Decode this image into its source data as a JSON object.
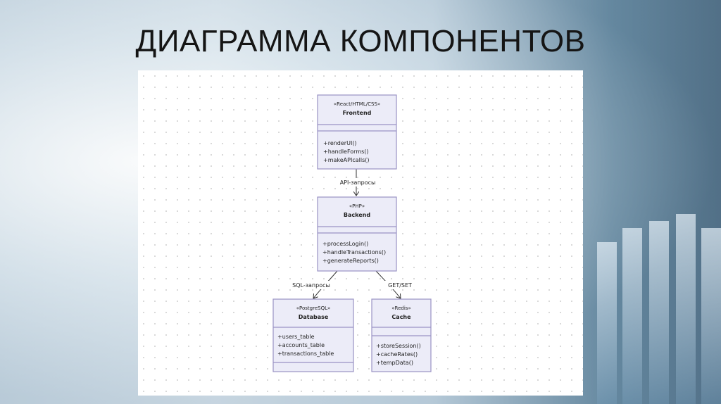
{
  "slide": {
    "title": "ДИАГРАММА КОМПОНЕНТОВ"
  },
  "components": {
    "frontend": {
      "stereotype": "«React/HTML/CSS»",
      "name": "Frontend",
      "members": [
        "+renderUI()",
        "+handleForms()",
        "+makeAPIcalls()"
      ]
    },
    "backend": {
      "stereotype": "«PHP»",
      "name": "Backend",
      "members": [
        "+processLogin()",
        "+handleTransactions()",
        "+generateReports()"
      ]
    },
    "database": {
      "stereotype": "«PostgreSQL»",
      "name": "Database",
      "members": [
        "+users_table",
        "+accounts_table",
        "+transactions_table"
      ]
    },
    "cache": {
      "stereotype": "«Redis»",
      "name": "Cache",
      "members": [
        "+storeSession()",
        "+cacheRates()",
        "+tempData()"
      ]
    }
  },
  "connections": {
    "frontend_backend": "API-запросы",
    "backend_database": "SQL-запросы",
    "backend_cache": "GET/SET"
  },
  "colors": {
    "box_fill": "#ececf8",
    "box_stroke": "#9a93c4",
    "line": "#333333"
  }
}
